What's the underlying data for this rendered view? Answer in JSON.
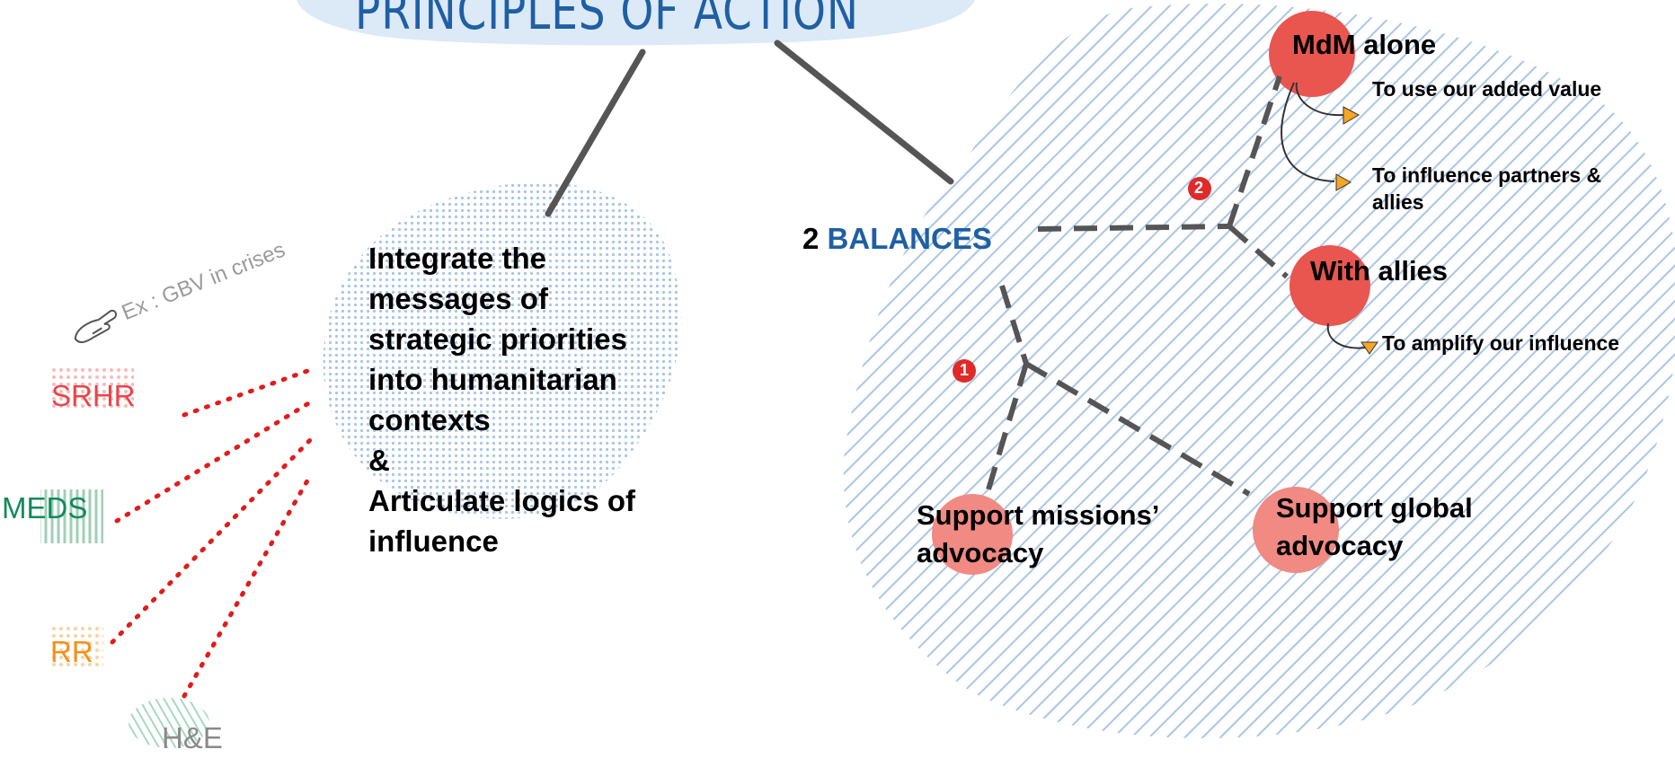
{
  "title": "PRINCIPLES OF ACTION",
  "example_note": "Ex : GBV in crises",
  "topics": [
    {
      "label": "SRHR",
      "color": "#e8464a"
    },
    {
      "label": "MEDS",
      "color": "#138a5c"
    },
    {
      "label": "RR",
      "color": "#f0921c"
    },
    {
      "label": "H&E",
      "color": "#8a8a8a"
    }
  ],
  "main_text": {
    "lines": [
      "Integrate the",
      "messages of",
      "strategic priorities",
      "into humanitarian",
      "contexts",
      "&",
      "Articulate logics of",
      "influence"
    ]
  },
  "balances": {
    "number": "2",
    "label": "BALANCES",
    "label_color": "#1f5fa3"
  },
  "badges": [
    "2",
    "1"
  ],
  "nodes": {
    "mdm_alone": "MdM alone",
    "with_allies": "With allies",
    "support_missions": [
      "Support missions’",
      "advocacy"
    ],
    "support_global": [
      "Support global",
      "advocacy"
    ]
  },
  "outcomes": {
    "added_value": "To use our added value",
    "influence_partners": [
      "To influence partners &",
      "allies"
    ],
    "amplify": "To amplify our influence"
  },
  "colors": {
    "accent_red": "#e8564f",
    "arrow_orange": "#f5a623",
    "hatch_blue": "#a9c6e6",
    "dotted_red": "#e31b1b",
    "line_gray": "#555555"
  }
}
